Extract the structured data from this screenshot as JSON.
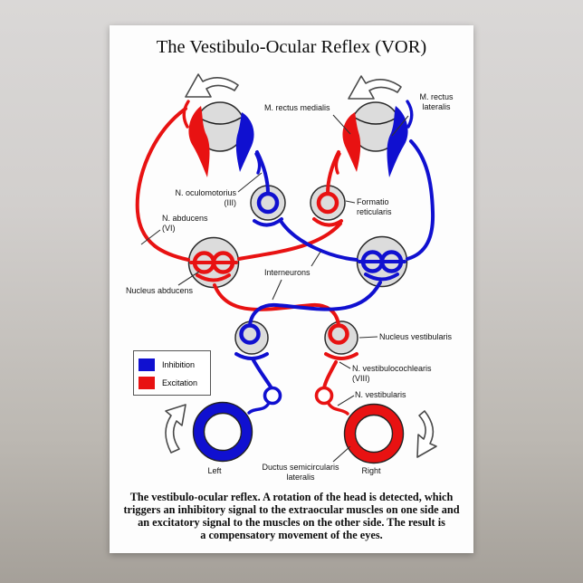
{
  "poster": {
    "title": "The Vestibulo-Ocular Reflex (VOR)",
    "caption_lines": [
      "The vestibulo-ocular reflex. A rotation of the head is detected, which",
      "triggers an inhibitory signal to the extraocular muscles on one side and",
      "an excitatory signal to the muscles on the other side. The result is",
      "a compensatory movement of the eyes."
    ]
  },
  "legend": {
    "inhibition": "Inhibition",
    "excitation": "Excitation"
  },
  "labels": {
    "m_rectus_medialis": "M. rectus medialis",
    "m_rectus_lateralis_1": "M. rectus",
    "m_rectus_lateralis_2": "lateralis",
    "n_oculomotorius_1": "N. oculomotorius",
    "n_oculomotorius_2": "(III)",
    "n_abducens_1": "N. abducens",
    "n_abducens_2": "(VI)",
    "formatio_1": "Formatio",
    "formatio_2": "reticularis",
    "nucleus_abducens": "Nucleus abducens",
    "interneurons": "Interneurons",
    "nucleus_vestibularis": "Nucleus vestibularis",
    "n_vestibulocochlearis_1": "N. vestibulocochlearis",
    "n_vestibulocochlearis_2": "(VIII)",
    "n_vestibularis": "N. vestibularis",
    "ductus_1": "Ductus semicircularis",
    "ductus_2": "lateralis",
    "left": "Left",
    "right": "Right"
  },
  "colors": {
    "inhibition": "#1010d0",
    "excitation": "#e81212",
    "eye_fill": "#dcdcdc",
    "outline": "#2b2b2b"
  }
}
